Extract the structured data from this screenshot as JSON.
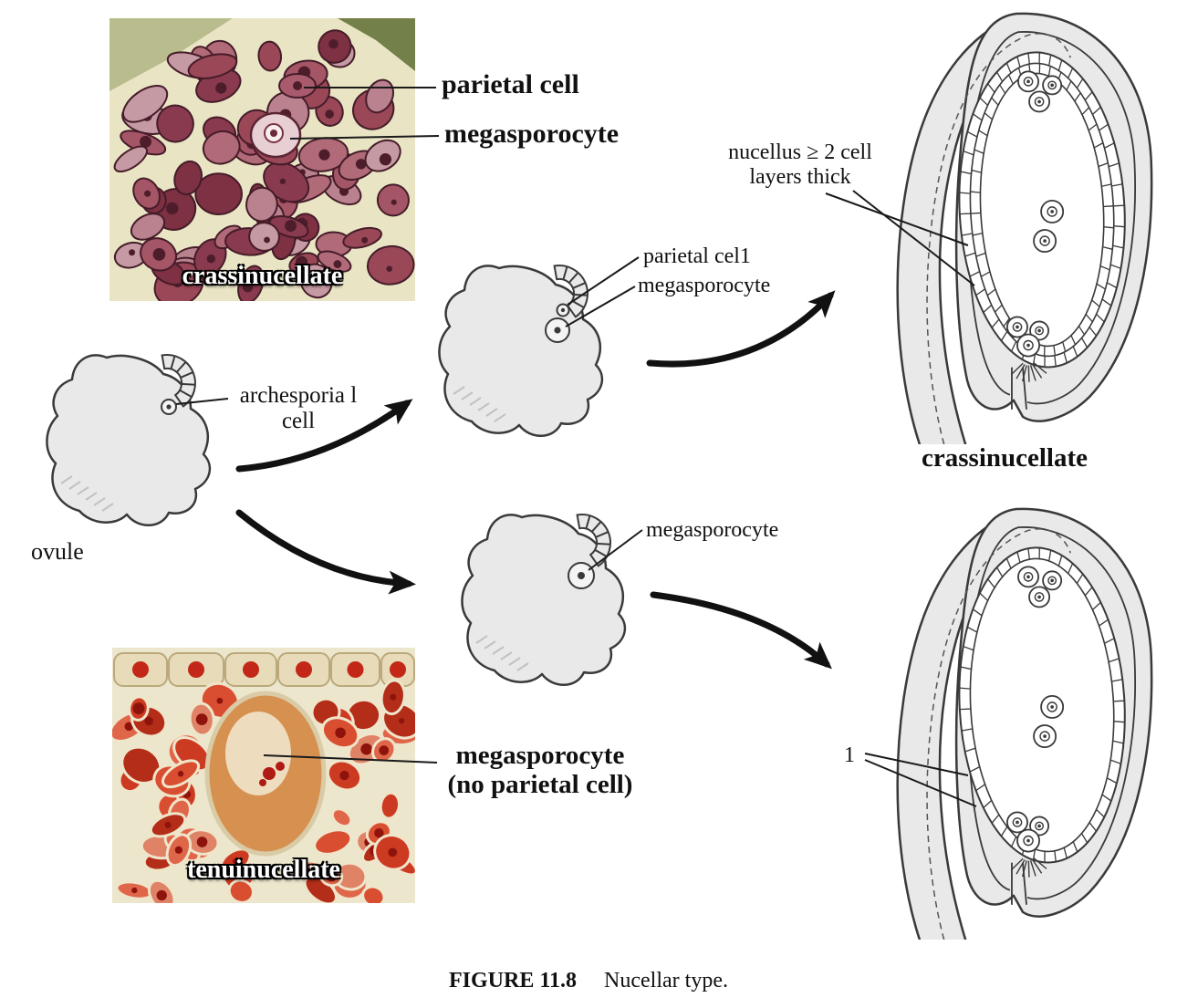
{
  "photos": {
    "crassinucellate_label": "crassinucellate",
    "tenuinucellate_label": "tenuinucellate"
  },
  "labels": {
    "parietal_cell": "parietal cell",
    "megasporocyte": "megasporocyte",
    "archesporial_line1": "archesporia l",
    "archesporial_line2": "cell",
    "ovule": "ovule",
    "parietal_cell_small": "parietal cel1",
    "megasporocyte_small": "megasporocyte",
    "nucellus_line1": "nucellus ≥ 2 cell",
    "nucellus_line2": "layers thick",
    "crassinucellate_diagram": "crassinucellate",
    "megasporocyte_mid": "megasporocyte",
    "megasporocyte_bold1": "megasporocyte",
    "megasporocyte_bold2": "(no parietal cell)",
    "one": "1"
  },
  "caption": {
    "label": "FIGURE 11.8",
    "text": "Nucellar type."
  }
}
